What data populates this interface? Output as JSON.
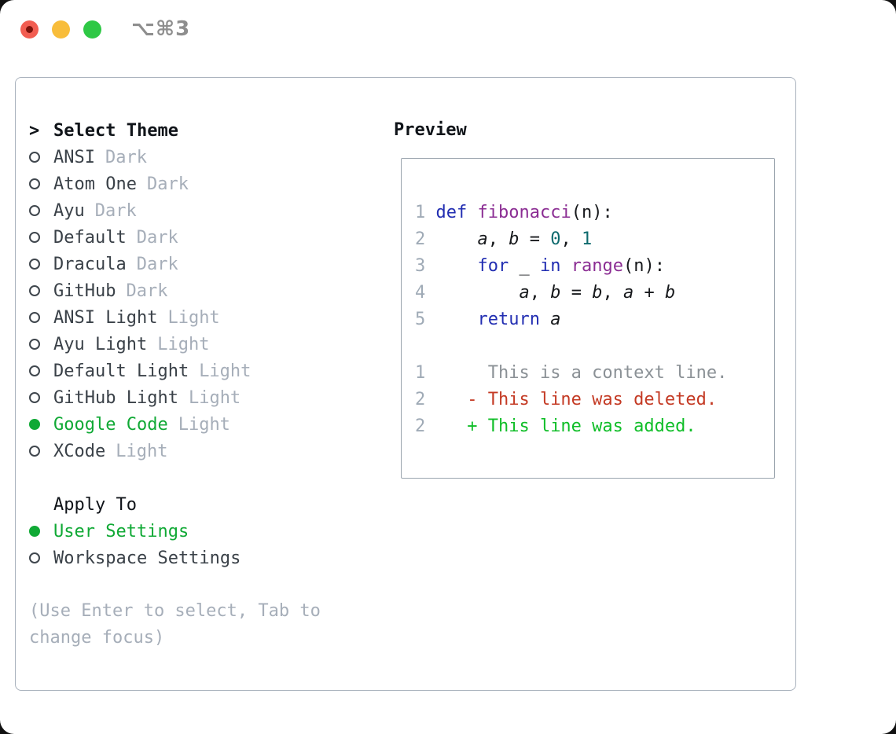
{
  "titlebar": {
    "shortcut": "⌥⌘3"
  },
  "theme_selector": {
    "cursor": ">",
    "header": "Select Theme",
    "items": [
      {
        "name": "ANSI",
        "variant": "Dark",
        "selected": false
      },
      {
        "name": "Atom One",
        "variant": "Dark",
        "selected": false
      },
      {
        "name": "Ayu",
        "variant": "Dark",
        "selected": false
      },
      {
        "name": "Default",
        "variant": "Dark",
        "selected": false
      },
      {
        "name": "Dracula",
        "variant": "Dark",
        "selected": false
      },
      {
        "name": "GitHub",
        "variant": "Dark",
        "selected": false
      },
      {
        "name": "ANSI Light",
        "variant": "Light",
        "selected": false
      },
      {
        "name": "Ayu Light",
        "variant": "Light",
        "selected": false
      },
      {
        "name": "Default Light",
        "variant": "Light",
        "selected": false
      },
      {
        "name": "GitHub Light",
        "variant": "Light",
        "selected": false
      },
      {
        "name": "Google Code",
        "variant": "Light",
        "selected": true
      },
      {
        "name": "XCode",
        "variant": "Light",
        "selected": false
      }
    ]
  },
  "apply_to": {
    "header": "Apply To",
    "options": [
      {
        "label": "User Settings",
        "selected": true
      },
      {
        "label": "Workspace Settings",
        "selected": false
      }
    ]
  },
  "help_text": "(Use Enter to select, Tab to change focus)",
  "preview": {
    "header": "Preview",
    "code_lines": [
      {
        "num": "1",
        "tokens": [
          {
            "type": "keyword",
            "text": "def"
          },
          {
            "type": "plain",
            "text": " "
          },
          {
            "type": "function",
            "text": "fibonacci"
          },
          {
            "type": "plain",
            "text": "(n):"
          }
        ]
      },
      {
        "num": "2",
        "tokens": [
          {
            "type": "plain",
            "text": "    "
          },
          {
            "type": "variable",
            "text": "a"
          },
          {
            "type": "plain",
            "text": ", "
          },
          {
            "type": "variable",
            "text": "b"
          },
          {
            "type": "plain",
            "text": " = "
          },
          {
            "type": "number",
            "text": "0"
          },
          {
            "type": "plain",
            "text": ", "
          },
          {
            "type": "number",
            "text": "1"
          }
        ]
      },
      {
        "num": "3",
        "tokens": [
          {
            "type": "plain",
            "text": "    "
          },
          {
            "type": "keyword",
            "text": "for"
          },
          {
            "type": "plain",
            "text": " _ "
          },
          {
            "type": "keyword",
            "text": "in"
          },
          {
            "type": "plain",
            "text": " "
          },
          {
            "type": "function",
            "text": "range"
          },
          {
            "type": "plain",
            "text": "(n):"
          }
        ]
      },
      {
        "num": "4",
        "tokens": [
          {
            "type": "plain",
            "text": "        "
          },
          {
            "type": "variable",
            "text": "a"
          },
          {
            "type": "plain",
            "text": ", "
          },
          {
            "type": "variable",
            "text": "b"
          },
          {
            "type": "plain",
            "text": " = "
          },
          {
            "type": "variable",
            "text": "b"
          },
          {
            "type": "plain",
            "text": ", "
          },
          {
            "type": "variable",
            "text": "a"
          },
          {
            "type": "plain",
            "text": " + "
          },
          {
            "type": "variable",
            "text": "b"
          }
        ]
      },
      {
        "num": "5",
        "tokens": [
          {
            "type": "plain",
            "text": "    "
          },
          {
            "type": "keyword",
            "text": "return"
          },
          {
            "type": "plain",
            "text": " "
          },
          {
            "type": "variable",
            "text": "a"
          }
        ]
      }
    ],
    "diff_lines": [
      {
        "num": "1",
        "prefix": "      ",
        "text": "This is a context line.",
        "type": "context"
      },
      {
        "num": "2",
        "prefix": "    ",
        "text": "- This line was deleted.",
        "type": "deleted"
      },
      {
        "num": "2",
        "prefix": "    ",
        "text": "+ This line was added.",
        "type": "added"
      }
    ]
  },
  "colors": {
    "heading": "#101419",
    "item": "#3a4148",
    "muted": "#a6aeb9",
    "green": "#10a935",
    "ring": "#3f464d",
    "lnum": "#9faab6",
    "kw": "#222eb2",
    "fn": "#8b2d93",
    "tnum": "#0e6a6e",
    "code": "#17191c",
    "ctx": "#8b9196",
    "del": "#c43a24",
    "add": "#10be28",
    "panel_border": "#a9b2bd",
    "box_border": "#9aa4ae",
    "traffic_red": "#f25d51",
    "traffic_red_dot": "#7d130b",
    "traffic_yellow": "#f8bd3b",
    "traffic_green": "#2ec845",
    "shortcut_gray": "#8e8e8e"
  }
}
